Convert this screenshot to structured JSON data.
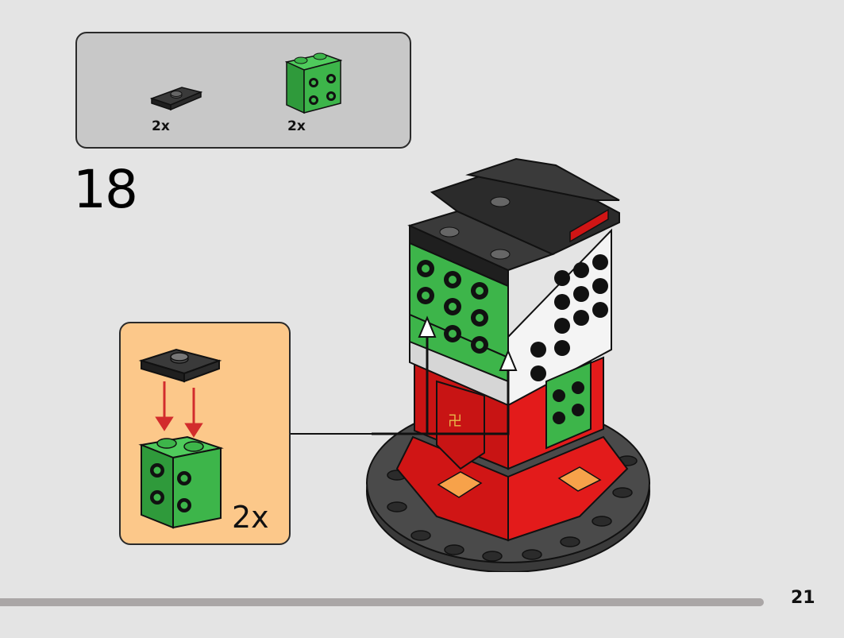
{
  "parts_list": {
    "items": [
      {
        "name": "black jumper plate 1x2",
        "qty": "2x",
        "color": "#2b2b2b"
      },
      {
        "name": "green brick 2x2 with side studs",
        "qty": "2x",
        "color": "#3db54a"
      }
    ]
  },
  "step": {
    "number": "18"
  },
  "callout": {
    "qty": "2x",
    "arrow_color": "#d22c2c"
  },
  "page": {
    "number": "21"
  },
  "colors": {
    "green": "#3db54a",
    "red": "#e31b1b",
    "black": "#2b2b2b",
    "white": "#f4f4f4",
    "callout_bg": "#fcc88a",
    "parts_bg": "#c8c8c8"
  }
}
